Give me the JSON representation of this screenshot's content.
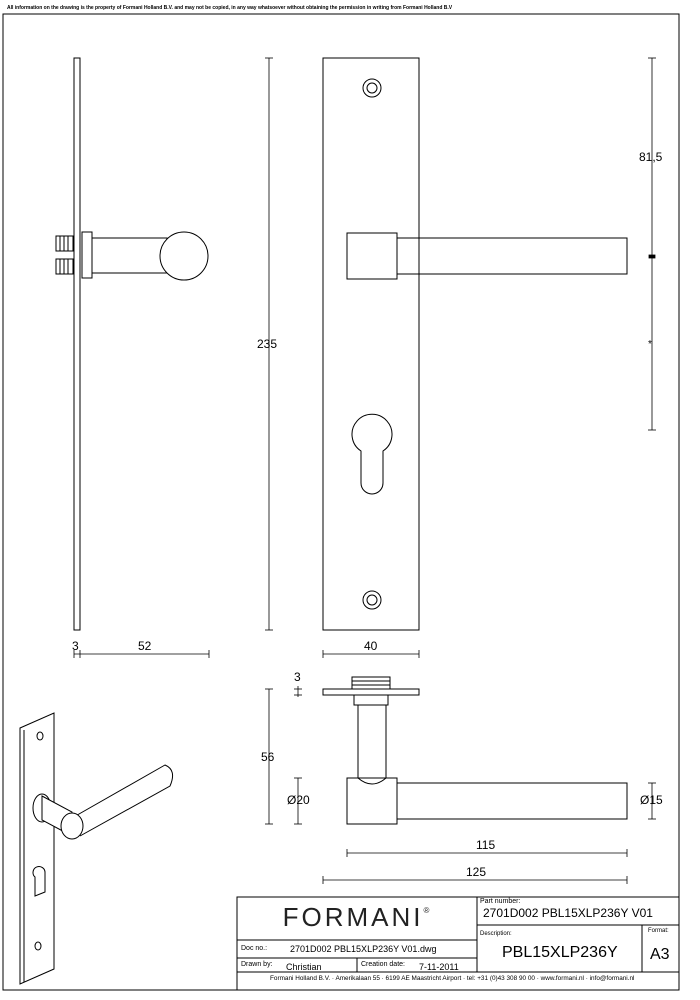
{
  "copyright": "All information on the drawing is the property of Formani Holland B.V. and may not be copied, in any way whatsoever without obtaining the permission in writing from Formani Holland B.V",
  "dimensions": {
    "height_total": "235",
    "to_handle": "81,5",
    "backplate_thickness": "3",
    "projection": "52",
    "plate_width": "40",
    "rose_thickness": "3",
    "handle_height": "56",
    "rose_diameter": "Ø20",
    "lever_diameter": "Ø15",
    "lever_length": "115",
    "total_length": "125",
    "star": "*"
  },
  "title_block": {
    "logo": "FORMANI",
    "logo_mark": "®",
    "part_number_label": "Part number:",
    "part_number": "2701D002 PBL15XLP236Y V01",
    "description_label": "Description:",
    "description": "PBL15XLP236Y",
    "format_label": "Format:",
    "format": "A3",
    "doc_no_label": "Doc no.:",
    "doc_no": "2701D002 PBL15XLP236Y V01.dwg",
    "drawn_by_label": "Drawn by:",
    "drawn_by": "Christian",
    "creation_date_label": "Creation date:",
    "creation_date": "7-11-2011",
    "footer": "Formani Holland B.V. ·  Amerikalaan 55  · 6199 AE Maastricht Airport · tel: +31 (0)43 308 90 00 · www.formani.nl · info@formani.nl"
  }
}
